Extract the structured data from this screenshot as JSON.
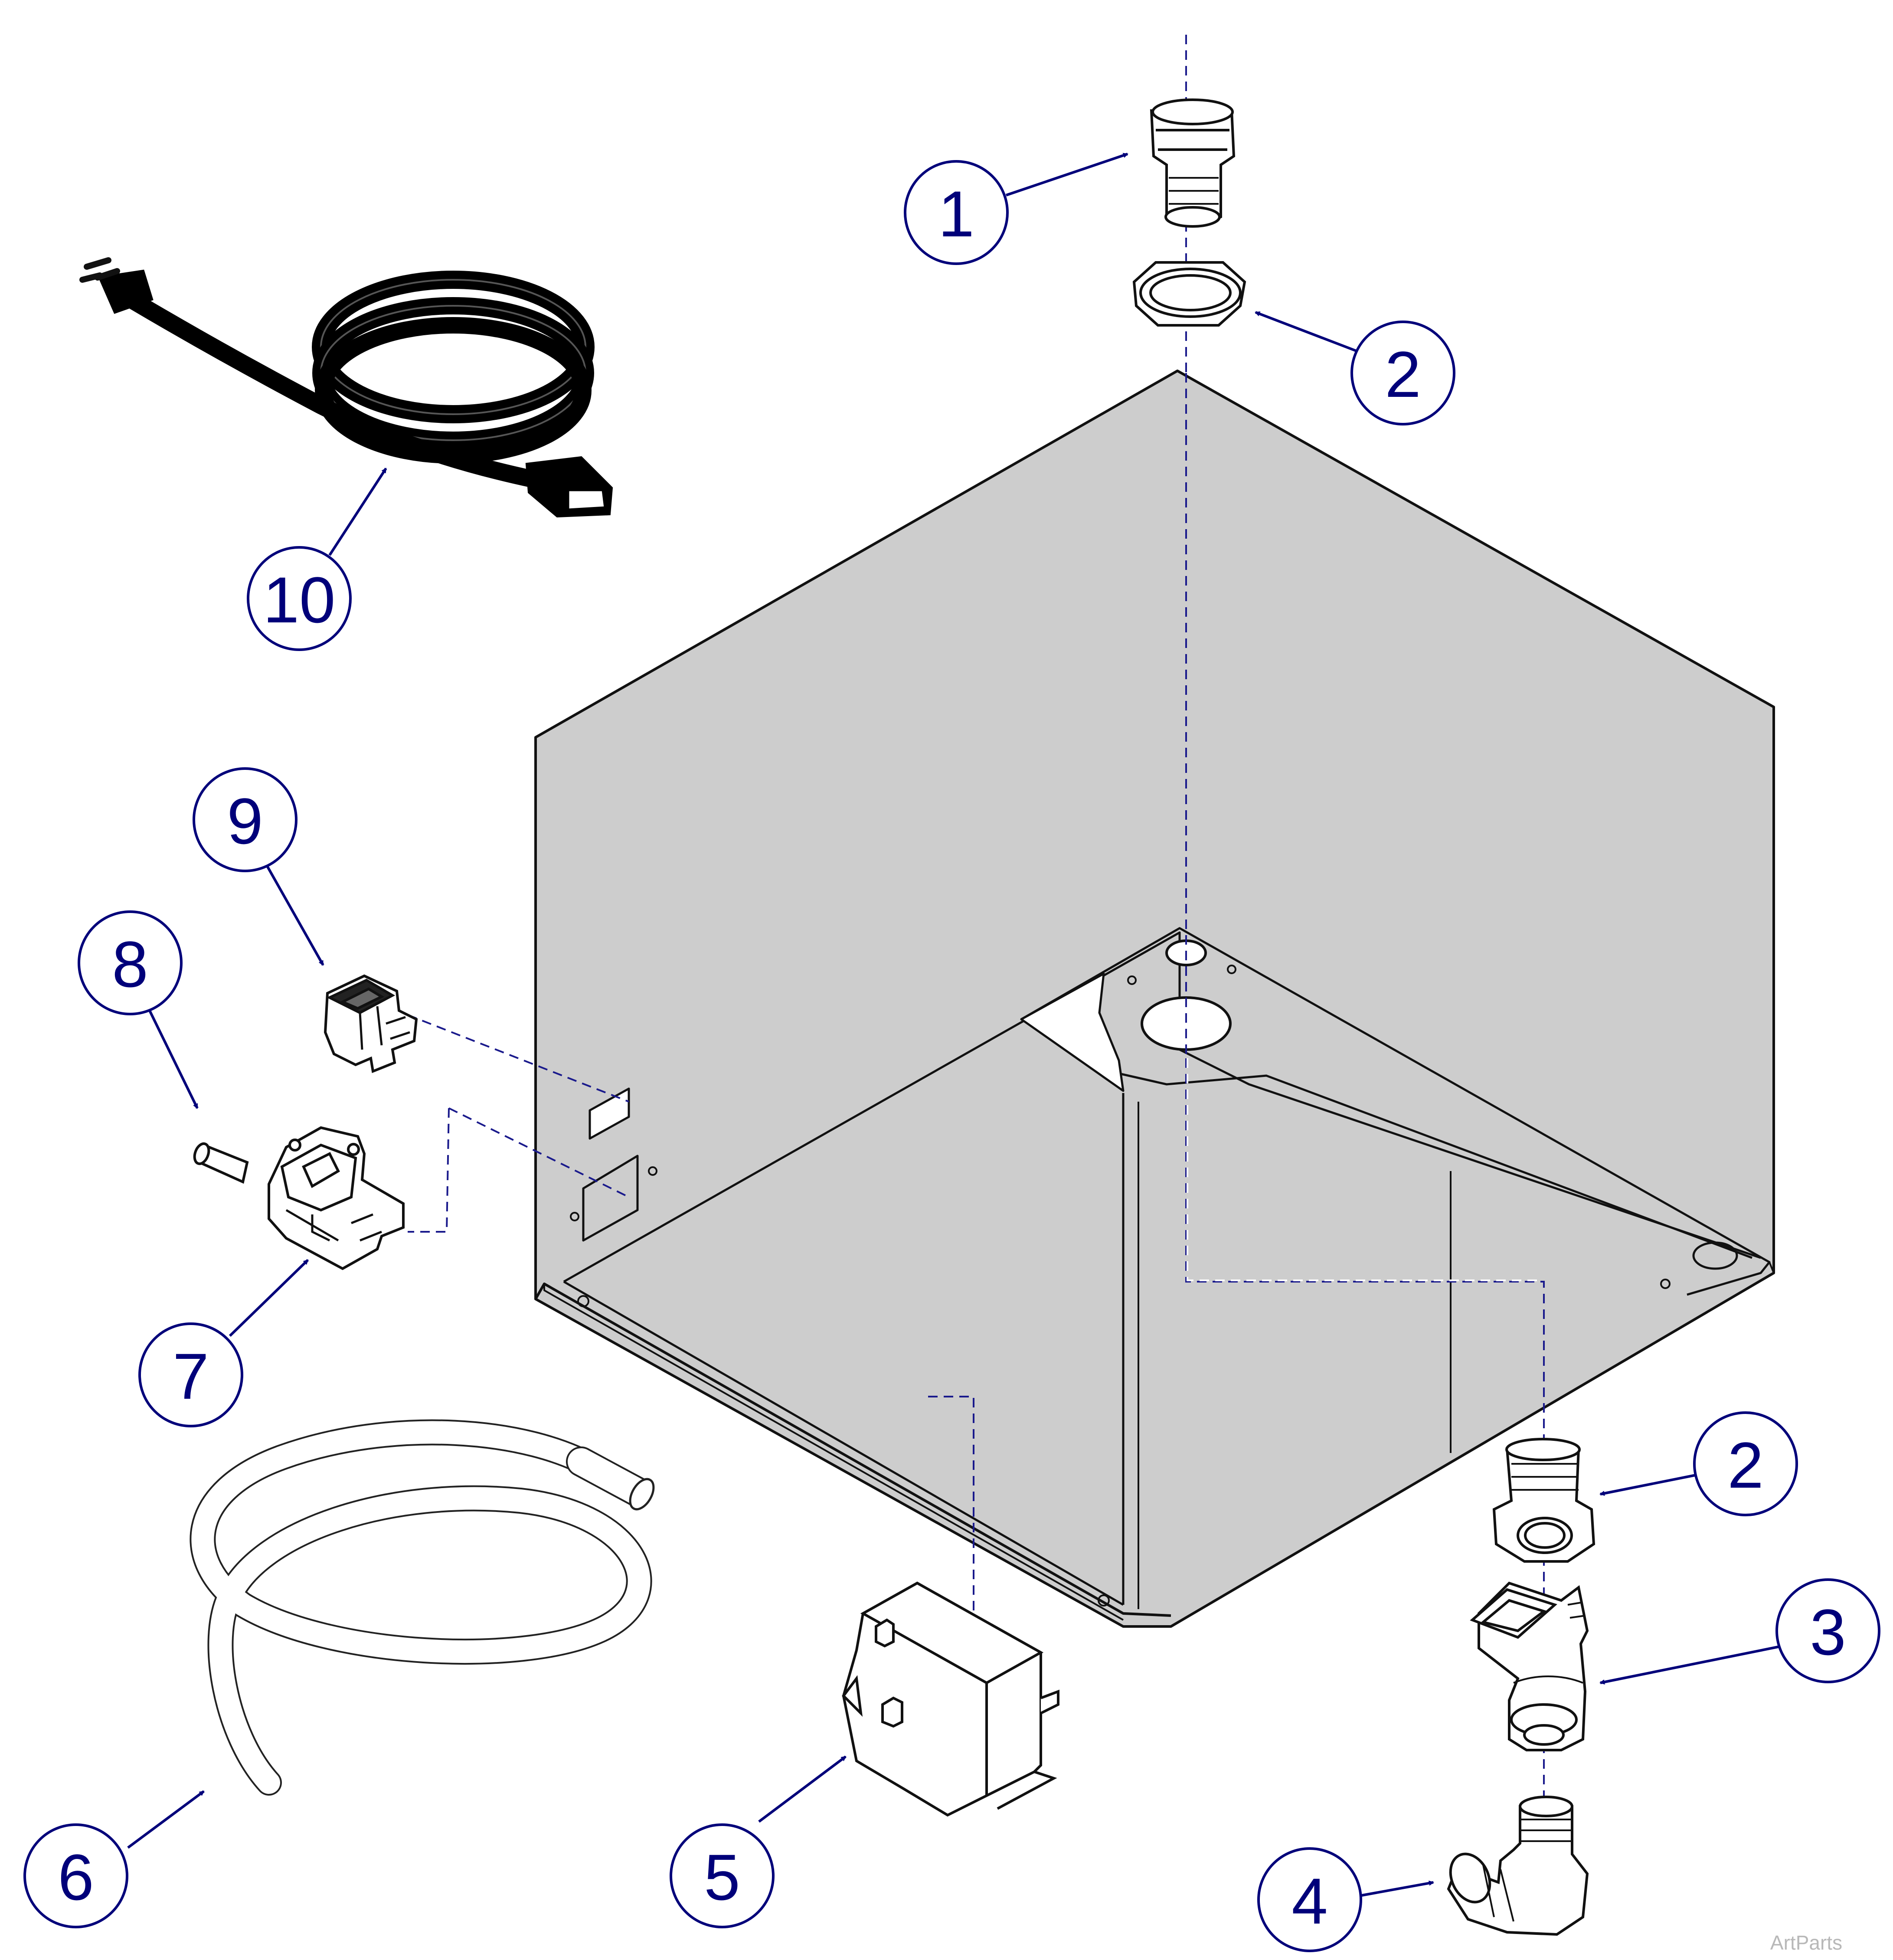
{
  "callouts": {
    "c1": "1",
    "c2a": "2",
    "c2b": "2",
    "c3": "3",
    "c4": "4",
    "c5": "5",
    "c6": "6",
    "c7": "7",
    "c8": "8",
    "c9": "9",
    "c10": "10"
  },
  "watermark": "ArtParts",
  "colors": {
    "callout": "#00007a",
    "cabinet_fill": "#cdcdcd",
    "leader_dash": "#1a1a8c",
    "outline": "#111111"
  },
  "icons": [
    "power-cord-icon",
    "cabinet-icon",
    "fitting-icon",
    "jam-nut-icon",
    "street-elbow-icon",
    "hose-barb-elbow-icon",
    "transformer-icon",
    "drain-hose-icon",
    "power-entry-module-icon",
    "fuse-icon",
    "rocker-switch-icon"
  ]
}
